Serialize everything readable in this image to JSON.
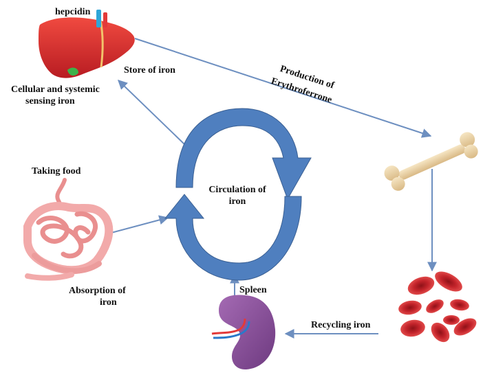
{
  "labels": {
    "hepcidin": "hepcidin",
    "store": "Store of iron",
    "sensing_line1": "Cellular and systemic",
    "sensing_line2": "sensing iron",
    "production_line1": "Production of",
    "production_line2": "Erythroferrone",
    "taking_food": "Taking food",
    "circulation_line1": "Circulation of",
    "circulation_line2": "iron",
    "absorption_line1": "Absorption of",
    "absorption_line2": "iron",
    "spleen": "Spleen",
    "recycling": "Recycling iron"
  },
  "colors": {
    "cycle_arrow": "#4f7fbf",
    "cycle_arrow_dark": "#3a5f92",
    "connector": "#6d8fc0",
    "liver": "#d8282a",
    "intestine": "#f0a3a3",
    "spleen": "#8a4e9a",
    "bone": "#e8d0a4",
    "rbc": "#c8232a"
  },
  "icons": [
    "liver-icon",
    "bone-icon",
    "intestine-icon",
    "spleen-icon",
    "red-blood-cells-icon"
  ]
}
